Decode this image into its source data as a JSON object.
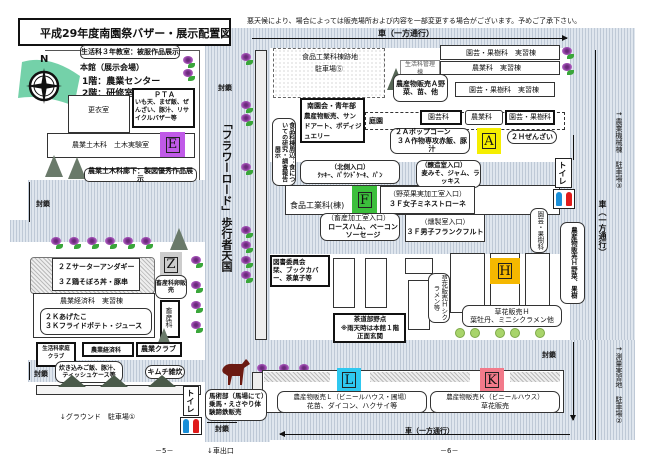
{
  "title": "平成29年度南園祭バザー・展示配置図",
  "notice": "悪天候により、場合によっては販売場所および内容を一部変更する場合がございます。予めご了承下さい。",
  "colors": {
    "road": "#dfe6ee",
    "marker_A": "#f5ee00",
    "marker_E": "#c05ae8",
    "marker_F": "#3cbf3c",
    "marker_H": "#f5b800",
    "marker_L": "#2ec8f0",
    "marker_K": "#f27a8a",
    "marker_Z": "#cccccc"
  },
  "roads": {
    "top_oneway": "車（一方通行）",
    "bottom_oneway": "車（一方通行）",
    "right_oneway": "車（一方通行）",
    "flower_road": "「フラワーロード」歩行者天国",
    "closed": "封鎖",
    "exit": "↓車出口",
    "ground": "↓グラウンド　駐車場①"
  },
  "parking": {
    "p3": "→農業機械棟 駐車場③",
    "p2": "→測量実習地 駐車場②",
    "p5_line1": "食品工業科棟跡地",
    "p5_line2": "駐車場⑤"
  },
  "page_numbers": {
    "left": "－5－",
    "right": "－6－"
  },
  "main_building": {
    "callout": "生活科３年教室：被服作品展示",
    "title": "本館（展示会場）",
    "floor1": "1階：農業センター",
    "floor2": "2階：研修室",
    "changing_room": "更衣室",
    "pta_title": "ＰＴＡ",
    "pta_items": "いも天、まぜ飯、ぜんざい、豚汁、リサイクルバザー等"
  },
  "civil_eng": {
    "building": "農業土木科　土木実験室",
    "marker": "E",
    "callout": "農業土木科廊下：製図優秀作品展示"
  },
  "zone_z": {
    "marker": "Z",
    "callout_line1": "２Ｚサーターアンダギー",
    "callout_line2": "３Ｚ鶏そぼろ丼・豚串",
    "livestock_sale": "畜産科卵販売",
    "livestock": "畜産科"
  },
  "econ": {
    "building": "農業経済科　実習棟",
    "callout_line1": "２Ｋあげたこ",
    "callout_line2": "３Ｋフライドポテト・ジュース",
    "life_home_club": "生活科家庭クラブ",
    "econ_dept": "農業経済科",
    "agri_club": "農業クラブ",
    "life_callout": "炊き込みご飯、豚汁、ティッシュケース等",
    "kimchi": "キムチ雑炊"
  },
  "center": {
    "nanen_title": "南園会・青年部",
    "nanen_items": "農産物販売、サンドアート、ボディジュエリー",
    "garden": "庭園",
    "food_callout": "食品科棟周辺：食についての研究・調査報告展示",
    "life_mgmt": "生活科管理棟",
    "sale_A_callout": "農産物販売Ａ野菜、苗、他",
    "hort_fruit_1": "園芸・果樹科　実習棟",
    "agri_bldg": "農業科　実習棟",
    "hort_fruit_2": "園芸・果樹科　実習棟",
    "gardening": "園芸科",
    "agri_dept": "農業科",
    "hort_fruit_dept": "園芸・果樹科",
    "popcorn_1": "２Ａポップコーン",
    "popcorn_2": "３Ａ作物専攻赤飯、豚汁",
    "marker_A": "A",
    "zenzai": "２Ｈぜんざい",
    "north_entrance": "（北側入口）",
    "north_items": "ｸｯｷｰ、ﾊﾟｳﾝﾄﾞｹｰｷ、ﾊﾟﾝ",
    "ferment_entrance": "（醸造室入口）",
    "ferment_items": "麦みそ、ジャム、ラッキス",
    "food_ind": "食品工業科(棟)",
    "marker_F": "F",
    "veg_entrance": "（野菜果実加工室入口）",
    "veg_items": "３Ｆ女子ミネストローネ",
    "meat_entrance": "（畜産加工室入口）",
    "meat_items": "ロースハム、ベーコンソーセージ",
    "smoke_entrance": "（燻製室入口）",
    "smoke_items": "３Ｆ男子フランクフルト",
    "library_title": "図書委員会",
    "library_items": "栞、ブックカバー、茶菓子等",
    "tea_title": "茶道部野点",
    "tea_note": "※雨天時は本館１階",
    "tea_place": "正面玄関",
    "flower_callout": "草花販売Ｈシクラメン等",
    "hort_fruit_v": "園芸・果樹科",
    "marker_H": "H",
    "sale_H_v": "農産物販売Ｈ野菜、果樹",
    "flower_H_1": "草花販売Ｈ",
    "flower_H_2": "葉牡丹、ミニシクラメン他"
  },
  "bottom": {
    "horse_title": "馬術部（馬場にて）",
    "horse_items": "乗馬・えさやり体験蹄鉄販売",
    "marker_L": "L",
    "sale_L_1": "農産物販売Ｌ（ビニールハウス・圃場）",
    "sale_L_2": "花苗、ダイコン、ハクサイ等",
    "marker_K": "K",
    "sale_K_1": "農産物販売Ｋ（ビニールハウス）",
    "sale_K_2": "草花販売"
  },
  "toilet": "トイレ",
  "compass": "N"
}
